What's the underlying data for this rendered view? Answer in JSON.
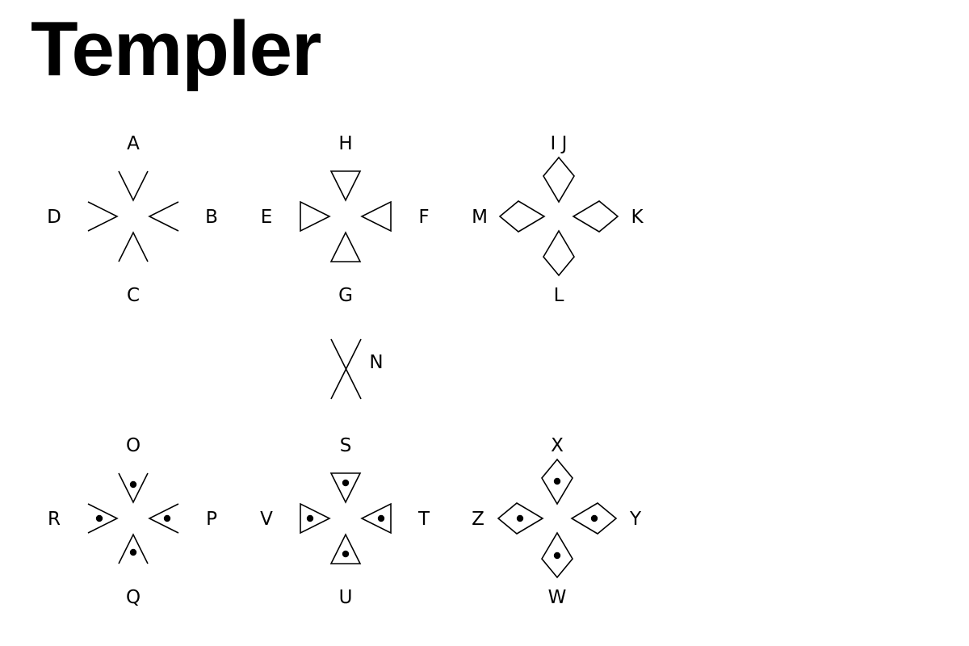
{
  "title": "Templer",
  "groups": [
    {
      "shape": "chevron",
      "dot": false,
      "labels": [
        "A",
        "B",
        "C",
        "D"
      ]
    },
    {
      "shape": "triangle",
      "dot": false,
      "labels": [
        "H",
        "F",
        "G",
        "E"
      ]
    },
    {
      "shape": "kite",
      "dot": false,
      "labels": [
        "I J",
        "K",
        "L",
        "M"
      ]
    },
    {
      "shape": "chevron",
      "dot": true,
      "labels": [
        "O",
        "P",
        "Q",
        "R"
      ]
    },
    {
      "shape": "triangle",
      "dot": true,
      "labels": [
        "S",
        "T",
        "U",
        "V"
      ]
    },
    {
      "shape": "kite",
      "dot": true,
      "labels": [
        "X",
        "Y",
        "W",
        "Z"
      ]
    }
  ],
  "cross": {
    "label": "N"
  },
  "colors": {
    "ink": "#000000",
    "background": "#ffffff"
  }
}
